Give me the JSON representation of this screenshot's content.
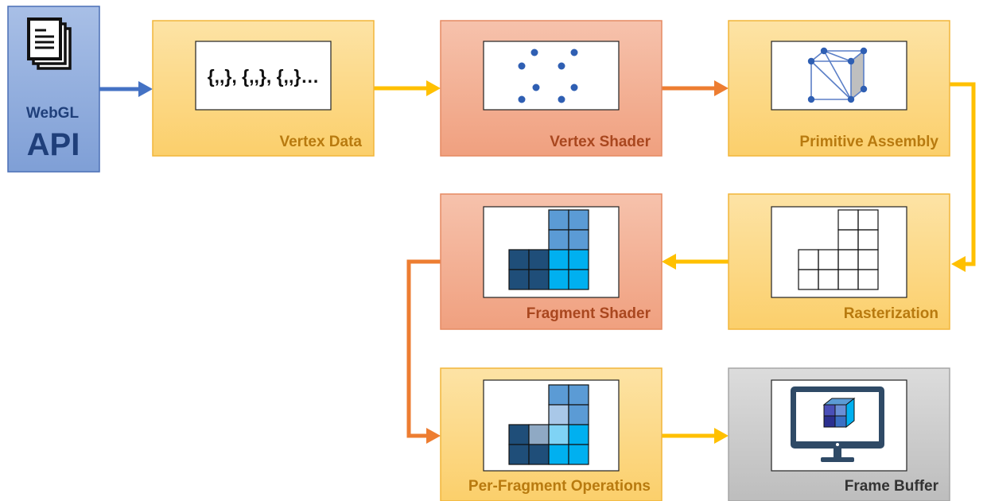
{
  "api": {
    "line1": "WebGL",
    "line2": "API",
    "icon": "document-stack-icon"
  },
  "stages": {
    "vertex_data": {
      "label": "Vertex Data",
      "content": "{,,}, {,,}, {,,}…"
    },
    "vertex_shader": {
      "label": "Vertex Shader"
    },
    "primitive_assembly": {
      "label": "Primitive Assembly"
    },
    "rasterization": {
      "label": "Rasterization"
    },
    "fragment_shader": {
      "label": "Fragment Shader"
    },
    "per_fragment": {
      "label": "Per-Fragment Operations"
    },
    "frame_buffer": {
      "label": "Frame Buffer",
      "icon": "monitor-icon"
    }
  },
  "colors": {
    "yellow_fill": "#fcd77f",
    "yellow_border": "#f2b53a",
    "yellow_label": "#b87a0f",
    "salmon_fill": "#f4b39a",
    "salmon_border": "#e58a62",
    "salmon_label": "#a9471f",
    "gray_fill": "#cfcfcf",
    "gray_border": "#a6a6a6",
    "gray_label": "#333333",
    "api_fill": "#8eaadb",
    "api_border": "#4a6fb5",
    "blue_arrow": "#4472c4",
    "yellow_arrow": "#ffc000",
    "orange_arrow": "#ed7d31",
    "dot_blue": "#2f5fb3",
    "dark_cell": "#1f4e79",
    "mid_cell": "#5b9bd5",
    "bright_cell": "#00b0f0",
    "monitor_dark": "#2f4a66"
  }
}
